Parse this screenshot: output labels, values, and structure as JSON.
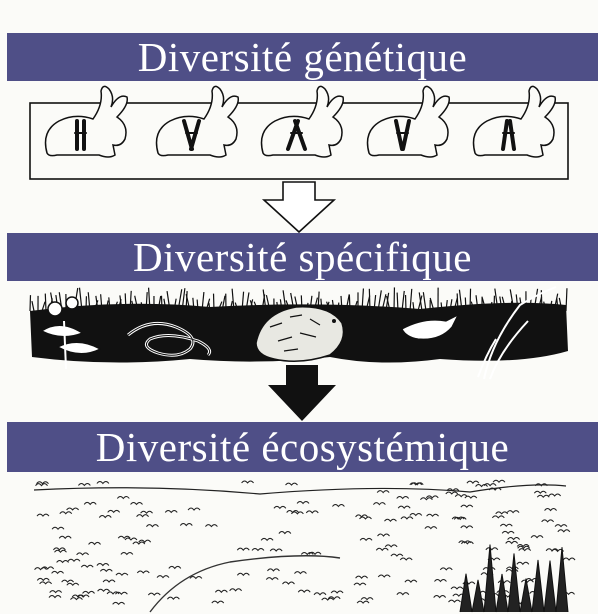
{
  "sections": [
    {
      "title": "Diversité génétique",
      "illustration": "rabbit-chromosomes"
    },
    {
      "title": "Diversité spécifique",
      "illustration": "species-silhouettes"
    },
    {
      "title": "Diversité écosystémique",
      "illustration": "landscape"
    }
  ],
  "arrows": [
    {
      "style": "outline",
      "direction": "down"
    },
    {
      "style": "filled",
      "direction": "down"
    }
  ],
  "colors": {
    "banner": "#4f4f87",
    "banner_text": "#ffffff",
    "ink": "#111111",
    "background": "#fbfbf8"
  }
}
